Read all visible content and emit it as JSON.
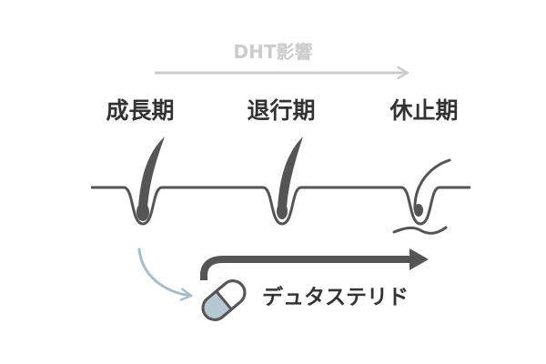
{
  "diagram": {
    "top_label": "DHT影響",
    "stages": [
      {
        "label": "成長期"
      },
      {
        "label": "退行期"
      },
      {
        "label": "休止期"
      }
    ],
    "drug_label": "デュタステリド"
  },
  "colors": {
    "line": "#555555",
    "top_arrow": "#cccccc",
    "blue_arrow": "#a9bdc8",
    "pill_fill": "#b6c8d2",
    "text": "#333333"
  },
  "icons": {
    "pill": "capsule-icon",
    "hair": "hair-follicle-icon"
  }
}
